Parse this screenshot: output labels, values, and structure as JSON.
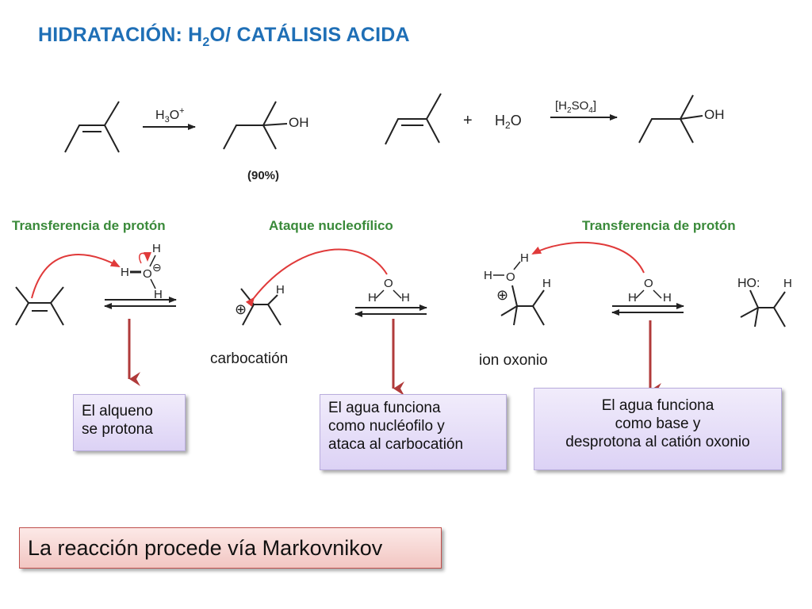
{
  "title": {
    "main": "HIDRATACIÓN: H",
    "sub": "2",
    "rest": "O/ CATÁLISIS ACIDA"
  },
  "reaction1": {
    "reagent": "H3O+",
    "reagent_base": "H",
    "reagent_sub": "3",
    "reagent_O": "O",
    "reagent_sup": "+",
    "product_group": "OH",
    "yield": "(90%)"
  },
  "reaction2": {
    "plus": "+",
    "water": "H2O",
    "water_H": "H",
    "water_sub": "2",
    "water_O": "O",
    "catalyst_open": "[H",
    "catalyst_sub2": "2",
    "catalyst_mid": "SO",
    "catalyst_sub4": "4",
    "catalyst_close": "]",
    "product_group": "OH"
  },
  "steps": {
    "step1": "Transferencia de protón",
    "step2": "Ataque nucleofílico",
    "step3": "Transferencia de protón"
  },
  "mechanism": {
    "atom_H": "H",
    "atom_O": "O",
    "plus_charge": "⊕",
    "minus_charge": "⊖",
    "final_group": "HO:"
  },
  "intermediates": {
    "carbocation": "carbocatión",
    "oxonium": "ion oxonio"
  },
  "notes": {
    "note1": [
      "El alqueno",
      "se protona"
    ],
    "note2": [
      "El agua funciona",
      "como nucléofilo y",
      "ataca al carbocatión"
    ],
    "note3": [
      "El agua funciona",
      "como base y",
      "desprotona al catión oxonio"
    ]
  },
  "conclusion": "La reacción procede vía Markovnikov",
  "colors": {
    "title": "#1f6fb6",
    "step_label": "#3a8a3a",
    "curved_arrow": "#e03a3a",
    "down_arrow": "#b03a3a",
    "note_fill": "#dcd2f5",
    "conclusion_border": "#c0504d"
  }
}
